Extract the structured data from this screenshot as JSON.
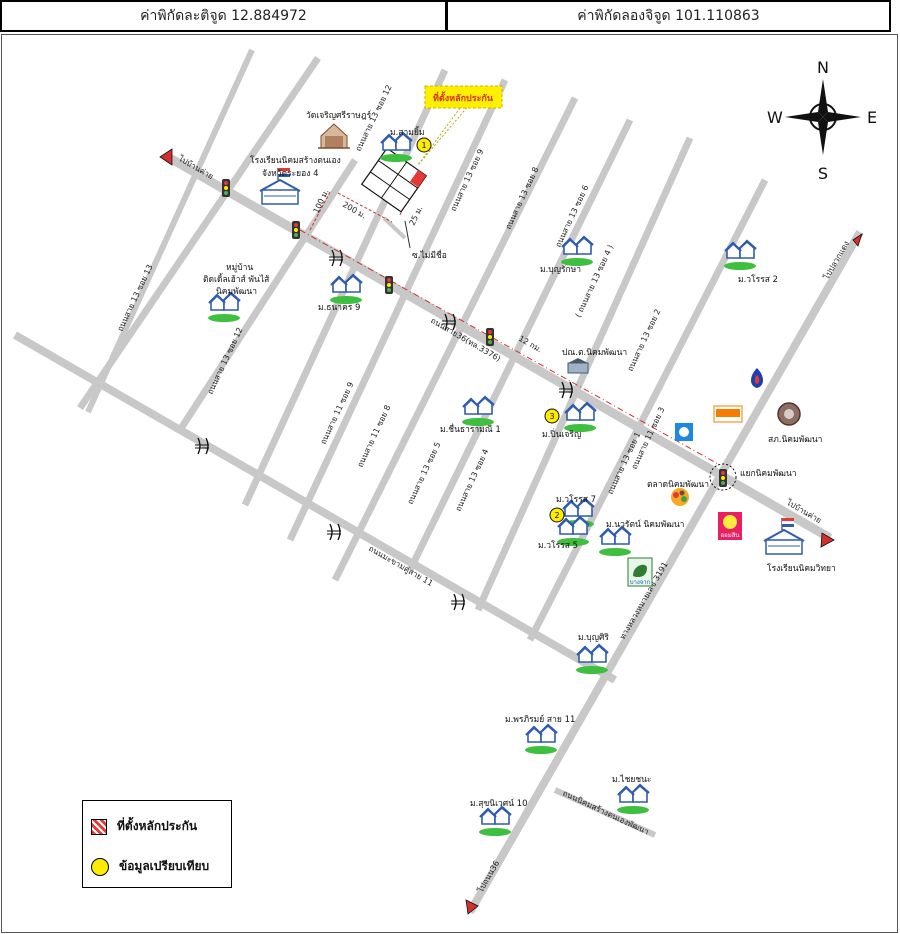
{
  "header": {
    "lat_text": "ค่าพิกัดละติจูด 12.884972",
    "lon_text": "ค่าพิกัดลองจิจูด 101.110863"
  },
  "compass": {
    "n": "N",
    "s": "S",
    "e": "E",
    "w": "W"
  },
  "callout": "ที่ตั้งหลักประกัน",
  "roads": {
    "main": "ถนนสาย36(ทล.3376)",
    "s13_12": "ถนนสาย 13 ซอย 12",
    "s13_9": "ถนนสาย 13 ซอย 9",
    "s13_8": "ถนนสาย 13 ซอย 8",
    "s13_6": "ถนนสาย 13 ซอย 6",
    "s13_4": "( ถนนสาย 13 ซอย 4 )",
    "s13_2": "ถนนสาย 13 ซอย 2",
    "s13_13": "ถนนสาย 13 ซอย 13",
    "s13_12b": "ถนนสาย 13 ซอย 12",
    "s11_9": "ถนนสาย 11 ซอย 9",
    "s11_8": "ถนนสาย 11 ซอย 8",
    "s13_5": "ถนนสาย 13 ซอย 5",
    "s13_4b": "ถนนสาย 13 ซอย 4",
    "s13_1": "ถนนสาย 13 ซอย 1",
    "s11_3": "ถนนสาย 11 ซอย 3",
    "moo_11": "ถนนมะขามคู่สาย 11",
    "r3191": "ทางหลวงหมายเลข 3191",
    "nikhom": "ถนนนิคมสร้างตนเองพัฒนา"
  },
  "directions": {
    "to_ban_khai": "ไปบ้านค่าย",
    "to_pluak_daeng": "ไปปลวกแดง",
    "to_ban_khai2": "ไปบ้านค่าย",
    "to_road36": "ไปถนน36"
  },
  "distances": {
    "d100": "100 ม.",
    "d200": "200 ม.",
    "d25": "25 ม.",
    "d12km": "12 กม."
  },
  "places": {
    "temple": "วัดเจริญศรีราษฎร์",
    "school1_a": "โรงเรียนนิคมสร้างตนเอง",
    "school1_b": "จังหวัดระยอง 4",
    "m_sam_yim": "ม.สามยิ้ม",
    "no_name": "ซ.ไม่มีชื่อ",
    "village_a": "หมู่บ้าน",
    "village_b": "ติดเดิ้ลเฮ้าส์ พันไส้",
    "village_c": "นิคมพัฒนา",
    "m_thanakorn": "ม.ธนาคร 9",
    "m_bunrak": "ม.บุญรักษา",
    "m_waroj2": "ม.วโรรส 2",
    "post": "ปณ.ต.นิคมพัฒนา",
    "m_chuenthara": "ม.ชื่นธารามณี 1",
    "m_pinjaroen": "ม.ปิ่นเจริญ",
    "sd_nikhom": "สภ.นิคมพัฒนา",
    "intersection": "แยกนิคมพัฒนา",
    "market": "ตลาดนิคมพัฒนา",
    "m_waroj7": "ม.วโรรส 7",
    "m_waroj5": "ม.วโรรส 5",
    "m_nawarat": "ม.นวรัตน์ นิคมพัฒนา",
    "school2": "โรงเรียนนิคมวิทยา",
    "m_bunsiri": "ม.บุญศิริ",
    "m_phonphirom": "ม.พรภิรมย์ สาย 11",
    "m_chaiyachon": "ม.ไชยชนะ",
    "m_suknivet": "ม.สุขนิเวศน์ 10",
    "bank_label": "บางจาก",
    "chain_label": "ออมสิน"
  },
  "legend": {
    "collateral": "ที่ตั้งหลักประกัน",
    "comparison": "ข้อมูลเปรียบเทียบ"
  },
  "markers": [
    "1",
    "2",
    "3"
  ],
  "colors": {
    "road": "#c8c8c8",
    "callout": "#ffef00",
    "marker": "#ffeb00",
    "arrow": "#d32f2f",
    "collateral": "#e53935",
    "house": "#2f5cae",
    "lawn": "#3fbf3f"
  }
}
